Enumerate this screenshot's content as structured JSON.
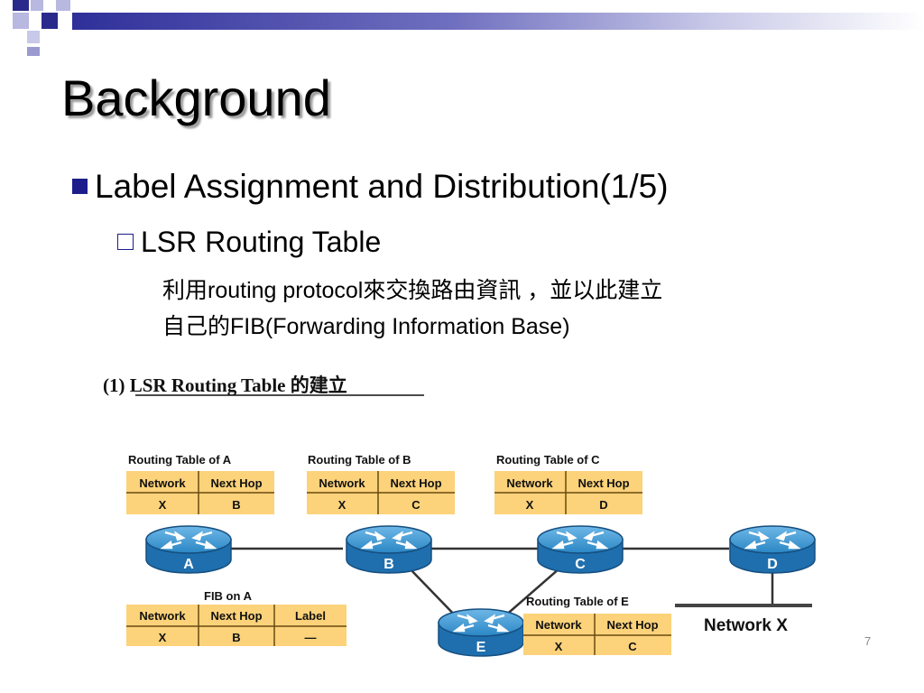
{
  "slide": {
    "title": "Background",
    "bullet1": "Label Assignment and Distribution(1/5)",
    "bullet2": "LSR Routing Table",
    "bullet3_line1": "利用routing protocol來交換路由資訊 ，並以此建立",
    "bullet3_line2": "自己的FIB(Forwarding Information Base)",
    "page_number": "7"
  },
  "figure": {
    "caption": "(1) LSR Routing Table 的建立",
    "col_network": "Network",
    "col_next_hop": "Next Hop",
    "col_label": "Label",
    "table_a": {
      "title": "Routing Table of A",
      "network": "X",
      "next_hop": "B"
    },
    "table_b": {
      "title": "Routing Table of B",
      "network": "X",
      "next_hop": "C"
    },
    "table_c": {
      "title": "Routing Table of C",
      "network": "X",
      "next_hop": "D"
    },
    "table_e": {
      "title": "Routing Table of E",
      "network": "X",
      "next_hop": "C"
    },
    "fib_a": {
      "title": "FIB on A",
      "network": "X",
      "next_hop": "B",
      "label": "—"
    },
    "routers": [
      "A",
      "B",
      "C",
      "D",
      "E"
    ],
    "network_label": "Network X"
  },
  "colors": {
    "table_fill": "#fcd27a",
    "router_fill": "#2a86c4",
    "bullet": "#1c1c8c"
  },
  "icons": [
    "router-icon"
  ]
}
